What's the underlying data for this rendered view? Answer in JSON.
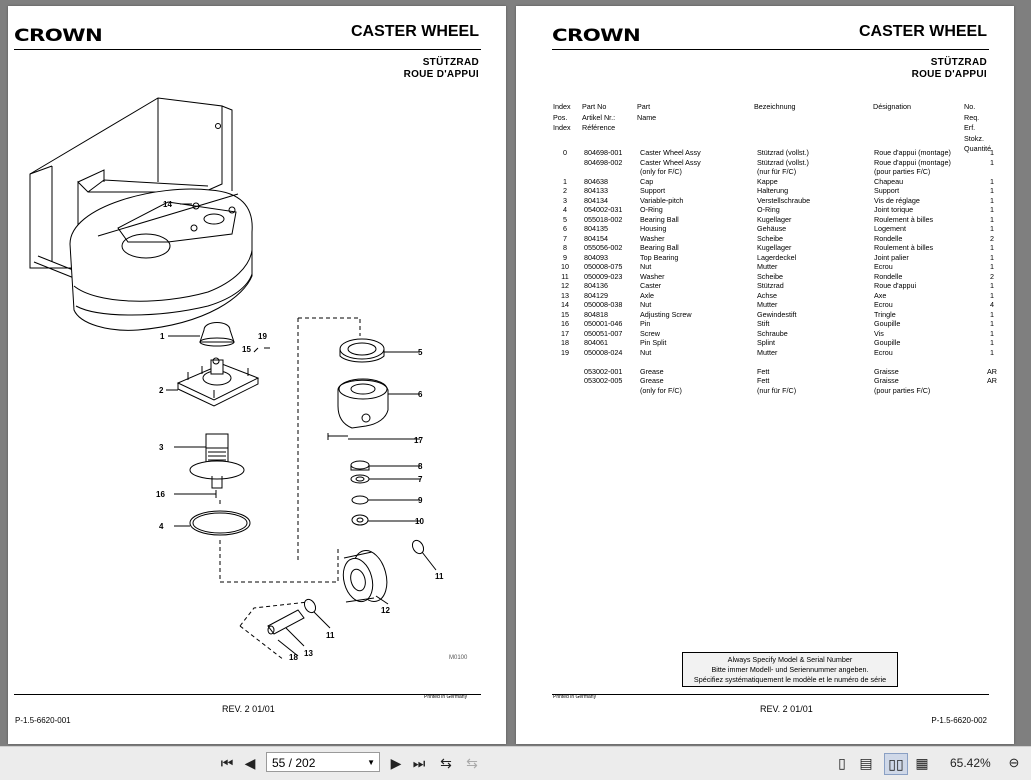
{
  "header": {
    "logo": "CROWN",
    "title": "CASTER WHEEL",
    "subtitle_de": "STÜTZRAD",
    "subtitle_fr": "ROUE D'APPUI"
  },
  "left_page": {
    "printed": "Printed in Germany",
    "rev": "REV. 2 01/01",
    "page_number": "P-1.5-6620-001",
    "drawing_code": "M0100",
    "callouts": [
      "1",
      "2",
      "3",
      "4",
      "5",
      "6",
      "7",
      "8",
      "9",
      "10",
      "11",
      "11",
      "12",
      "13",
      "14",
      "15",
      "16",
      "17",
      "18",
      "19"
    ]
  },
  "right_page": {
    "printed": "Printed in Germany",
    "rev": "REV. 2 01/01",
    "page_number": "P-1.5-6620-002",
    "columns": {
      "index": [
        "Index",
        "Pos.",
        "Index"
      ],
      "part_no": [
        "Part No",
        "Artikel Nr.:",
        "Référence"
      ],
      "part_name": "Part Name",
      "bezeichnung": "Bezeichnung",
      "designation": "Désignation",
      "qty": [
        "No. Req.",
        "Erf. Stokz.",
        "Quantité"
      ]
    },
    "rows": [
      {
        "idx": "0",
        "pn": "804698-001",
        "name": "Caster Wheel Assy",
        "bez": "Stützrad (vollst.)",
        "des": "Roue d'appui (montage)",
        "qty": "1"
      },
      {
        "idx": "",
        "pn": "804698-002",
        "name": "Caster Wheel Assy",
        "bez": "Stützrad (vollst.)",
        "des": "Roue d'appui (montage)",
        "qty": "1"
      },
      {
        "idx": "",
        "pn": "",
        "name": "(only for F/C)",
        "bez": "(nur für F/C)",
        "des": "(pour parties F/C)",
        "qty": ""
      },
      {
        "idx": "1",
        "pn": "804638",
        "name": "Cap",
        "bez": "Kappe",
        "des": "Chapeau",
        "qty": "1"
      },
      {
        "idx": "2",
        "pn": "804133",
        "name": "Support",
        "bez": "Halterung",
        "des": "Support",
        "qty": "1"
      },
      {
        "idx": "3",
        "pn": "804134",
        "name": "Variable-pitch",
        "bez": "Verstellschraube",
        "des": "Vis de réglage",
        "qty": "1"
      },
      {
        "idx": "4",
        "pn": "054002-031",
        "name": "O-Ring",
        "bez": "O-Ring",
        "des": "Joint torique",
        "qty": "1"
      },
      {
        "idx": "5",
        "pn": "055018-002",
        "name": "Bearing Ball",
        "bez": "Kugellager",
        "des": "Roulement à billes",
        "qty": "1"
      },
      {
        "idx": "6",
        "pn": "804135",
        "name": "Housing",
        "bez": "Gehäuse",
        "des": "Logement",
        "qty": "1"
      },
      {
        "idx": "7",
        "pn": "804154",
        "name": "Washer",
        "bez": "Scheibe",
        "des": "Rondelle",
        "qty": "2"
      },
      {
        "idx": "8",
        "pn": "055056-002",
        "name": "Bearing Ball",
        "bez": "Kugellager",
        "des": "Roulement à billes",
        "qty": "1"
      },
      {
        "idx": "9",
        "pn": "804093",
        "name": "Top Bearing",
        "bez": "Lagerdeckel",
        "des": "Joint palier",
        "qty": "1"
      },
      {
        "idx": "10",
        "pn": "050008-075",
        "name": "Nut",
        "bez": "Mutter",
        "des": "Ecrou",
        "qty": "1"
      },
      {
        "idx": "11",
        "pn": "050009-023",
        "name": "Washer",
        "bez": "Scheibe",
        "des": "Rondelle",
        "qty": "2"
      },
      {
        "idx": "12",
        "pn": "804136",
        "name": "Caster",
        "bez": "Stützrad",
        "des": "Roue d'appui",
        "qty": "1"
      },
      {
        "idx": "13",
        "pn": "804129",
        "name": "Axle",
        "bez": "Achse",
        "des": "Axe",
        "qty": "1"
      },
      {
        "idx": "14",
        "pn": "050008-038",
        "name": "Nut",
        "bez": "Mutter",
        "des": "Ecrou",
        "qty": "4"
      },
      {
        "idx": "15",
        "pn": "804818",
        "name": "Adjusting Screw",
        "bez": "Gewindestift",
        "des": "Tringle",
        "qty": "1"
      },
      {
        "idx": "16",
        "pn": "050001-046",
        "name": "Pin",
        "bez": "Stift",
        "des": "Goupille",
        "qty": "1"
      },
      {
        "idx": "17",
        "pn": "050051-007",
        "name": "Screw",
        "bez": "Schraube",
        "des": "Vis",
        "qty": "1"
      },
      {
        "idx": "18",
        "pn": "804061",
        "name": "Pin Split",
        "bez": "Splint",
        "des": "Goupille",
        "qty": "1"
      },
      {
        "idx": "19",
        "pn": "050008-024",
        "name": "Nut",
        "bez": "Mutter",
        "des": "Ecrou",
        "qty": "1"
      },
      {
        "idx": "",
        "pn": "",
        "name": "",
        "bez": "",
        "des": "",
        "qty": ""
      },
      {
        "idx": "",
        "pn": "053002-001",
        "name": "Grease",
        "bez": "Fett",
        "des": "Graisse",
        "qty": "AR"
      },
      {
        "idx": "",
        "pn": "053002-005",
        "name": "Grease",
        "bez": "Fett",
        "des": "Graisse",
        "qty": "AR"
      },
      {
        "idx": "",
        "pn": "",
        "name": "(only for F/C)",
        "bez": "(nur für F/C)",
        "des": "(pour parties F/C)",
        "qty": ""
      }
    ],
    "notice": [
      "Always Specify Model & Serial Number",
      "Bitte immer Modell- und Seriennummer angeben.",
      "Spécifiez systématiquement le modèle et le numéro de série"
    ]
  },
  "toolbar": {
    "page_input": "55 / 202",
    "zoom": "65.42%"
  }
}
